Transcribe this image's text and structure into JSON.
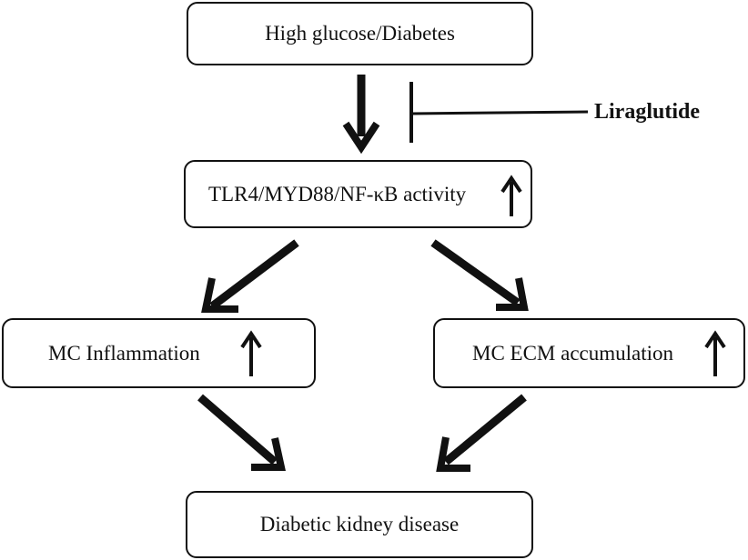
{
  "nodes": {
    "high_glucose": "High glucose/Diabetes",
    "tlr4": "TLR4/MYD88/NF-κB activity",
    "mc_inflammation": "MC Inflammation",
    "mc_ecm": "MC ECM accumulation",
    "dkd": "Diabetic kidney disease"
  },
  "inhibitor": "Liraglutide",
  "colors": {
    "stroke": "#111111",
    "background": "#ffffff"
  },
  "icons": [
    "up-arrow-icon",
    "down-arrow-icon",
    "inhibition-bar-icon"
  ]
}
